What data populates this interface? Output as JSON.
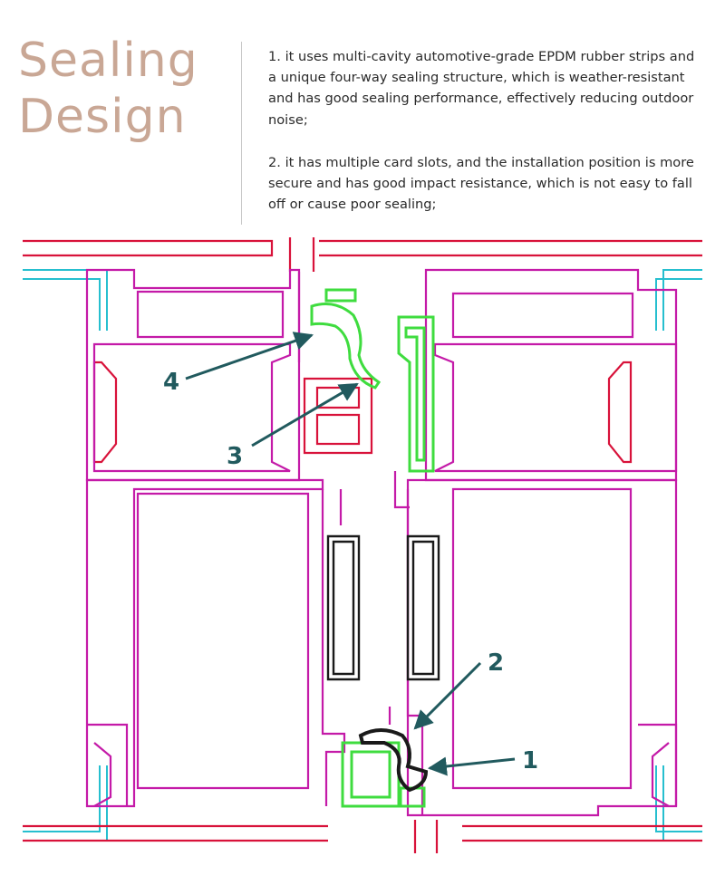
{
  "heading": {
    "line1": "Sealing",
    "line2": "Design"
  },
  "paragraphs": [
    "1. it uses multi-cavity automotive-grade EPDM rubber strips and a unique four-way sealing structure, which is weather-resistant and has good sealing performance, effectively reducing outdoor noise;",
    "2. it has multiple card slots, and the installation position is more secure and has good impact resistance, which is not easy to fall off or cause poor sealing;"
  ],
  "callouts": [
    "1",
    "2",
    "3",
    "4"
  ],
  "colors": {
    "heading": "#c9a795",
    "profile": "#c41aa8",
    "frame_red": "#d8123a",
    "glass": "#26bfcf",
    "seal_green": "#3fdc3f",
    "seal_black": "#1a1a1a",
    "arrow": "#215a5e"
  }
}
